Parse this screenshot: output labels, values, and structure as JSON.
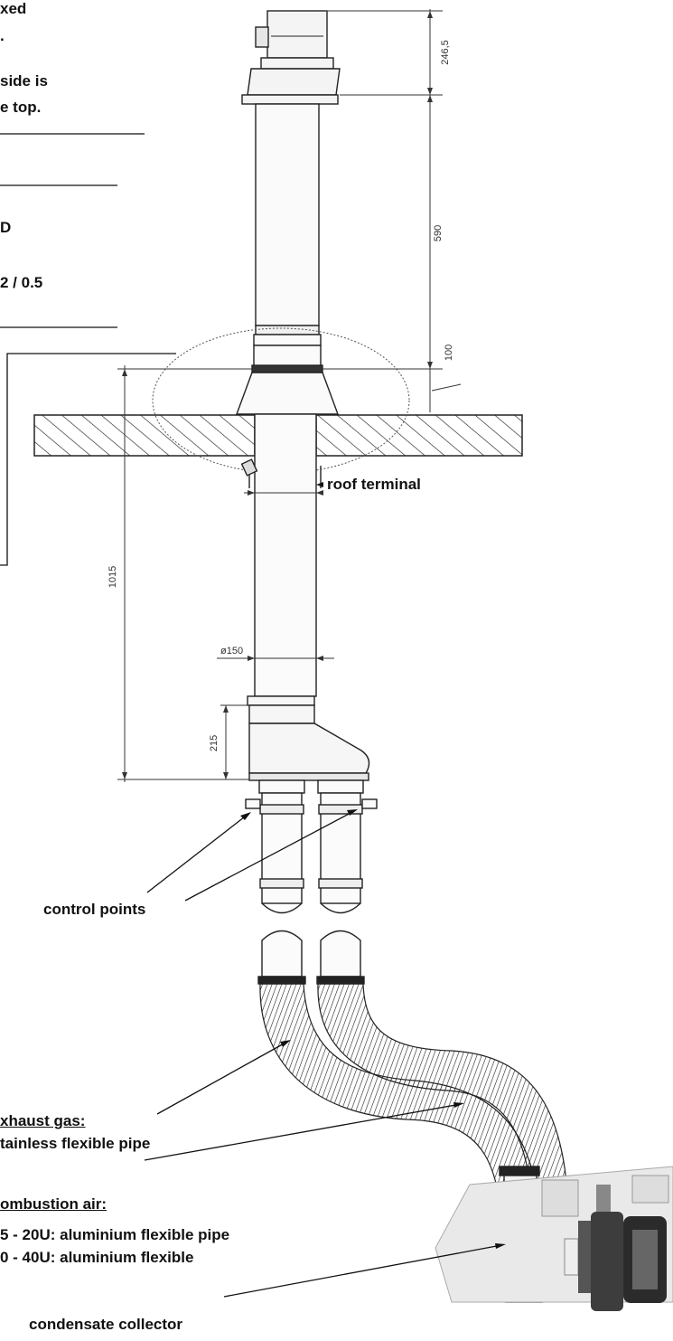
{
  "intro": {
    "line1": "xed",
    "line2": ".",
    "line3": " side is",
    "line4": "e top.",
    "line5": "D",
    "line6": "2 / 0.5"
  },
  "dimensions": {
    "d_246": "246,5",
    "d_590": "590",
    "d_100": "100",
    "d_1015": "1015",
    "d_150": "ø150",
    "d_215": "215"
  },
  "labels": {
    "roof_terminal": "roof terminal",
    "control_points": "control points",
    "exhaust_title": "xhaust gas:",
    "exhaust_desc": "tainless flexible pipe",
    "air_title": "ombustion air:",
    "air_line1": "5 - 20U: aluminium flexible pipe",
    "air_line2": "0 - 40U: aluminium flexible",
    "condensate": "condensate collector"
  }
}
